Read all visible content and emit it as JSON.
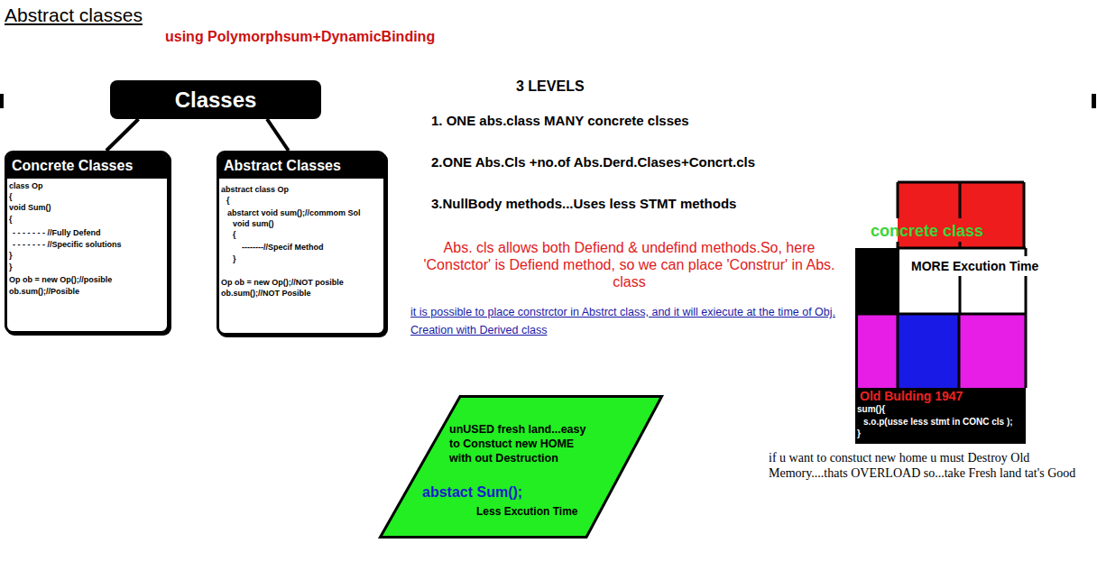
{
  "diagram": {
    "title": "Abstract classes",
    "nodes": [
      {
        "text": [
          "Classes"
        ]
      },
      {
        "text": [
          "Concrete Classes",
          "class Op",
          "{",
          "void Sum()",
          "{",
          "- - - - - - - //Fully Defend",
          "- - - - - - - //Specific solutions",
          "}",
          "}",
          "Op ob = new Op();//posible",
          "ob.sum();//Posible"
        ]
      },
      {
        "text": [
          "Abstract Classes",
          "abstract class Op",
          "{",
          "abstarct void sum();//commom Sol",
          "void sum()",
          "{",
          "--------//Specif Method",
          "}",
          "Op ob = new Op();//NOT posible",
          "ob.sum();//NOT Posible"
        ]
      },
      {
        "text": [
          "concrete class",
          "MORE Excution Time",
          "Old Bulding 1947",
          "sum(){",
          "s.o.p(usse less stmt in CONC cls );",
          "}"
        ]
      },
      {
        "text": [
          "unUSED fresh land...easy to Constuct new HOME with out Destruction",
          "abstact Sum();",
          "Less Excution Time"
        ]
      }
    ],
    "edges": [
      {
        "from": 0,
        "to": 1,
        "arrow": "none"
      },
      {
        "from": 0,
        "to": 2,
        "arrow": "none"
      }
    ],
    "labels": [
      "using Polymorphsum+DynamicBinding",
      "3 LEVELS",
      "1. ONE abs.class MANY concrete clsses",
      "2.ONE Abs.Cls +no.of Abs.Derd.Clases+Concrt.cls",
      "3.NullBody methods...Uses less STMT methods",
      "Abs. cls allows both Defiend & undefind methods.So, here 'Constctor' is Defiend method, so we can place 'Construr' in Abs. class",
      "it is possible to place constrctor in Abstrct class, and it will exiecute at the time of Obj. Creation with Derived class",
      "if u want to constuct new home u must Destroy Old Memory....thats OVERLOAD so...take Fresh land tat's Good"
    ]
  }
}
